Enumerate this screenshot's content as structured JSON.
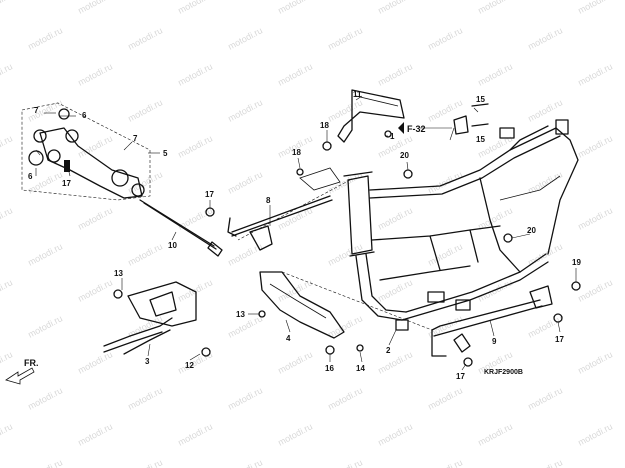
{
  "diagram": {
    "drawing_code": "KRJF2900B",
    "reference_label": "F-32",
    "direction_label": "FR.",
    "watermark_text": "motodi.ru",
    "callouts": [
      {
        "id": "c1",
        "text": "1"
      },
      {
        "id": "c2",
        "text": "2"
      },
      {
        "id": "c3",
        "text": "3"
      },
      {
        "id": "c4",
        "text": "4"
      },
      {
        "id": "c5",
        "text": "5"
      },
      {
        "id": "c6a",
        "text": "6"
      },
      {
        "id": "c6b",
        "text": "6"
      },
      {
        "id": "c7a",
        "text": "7"
      },
      {
        "id": "c7b",
        "text": "7"
      },
      {
        "id": "c8",
        "text": "8"
      },
      {
        "id": "c9",
        "text": "9"
      },
      {
        "id": "c10",
        "text": "10"
      },
      {
        "id": "c11",
        "text": "11"
      },
      {
        "id": "c12",
        "text": "12"
      },
      {
        "id": "c13a",
        "text": "13"
      },
      {
        "id": "c13b",
        "text": "13"
      },
      {
        "id": "c14",
        "text": "14"
      },
      {
        "id": "c15a",
        "text": "15"
      },
      {
        "id": "c15b",
        "text": "15"
      },
      {
        "id": "c16",
        "text": "16"
      },
      {
        "id": "c17a",
        "text": "17"
      },
      {
        "id": "c17b",
        "text": "17"
      },
      {
        "id": "c17c",
        "text": "17"
      },
      {
        "id": "c17d",
        "text": "17"
      },
      {
        "id": "c18a",
        "text": "18"
      },
      {
        "id": "c18b",
        "text": "18"
      },
      {
        "id": "c19",
        "text": "19"
      },
      {
        "id": "c20a",
        "text": "20"
      },
      {
        "id": "c20b",
        "text": "20"
      }
    ]
  }
}
